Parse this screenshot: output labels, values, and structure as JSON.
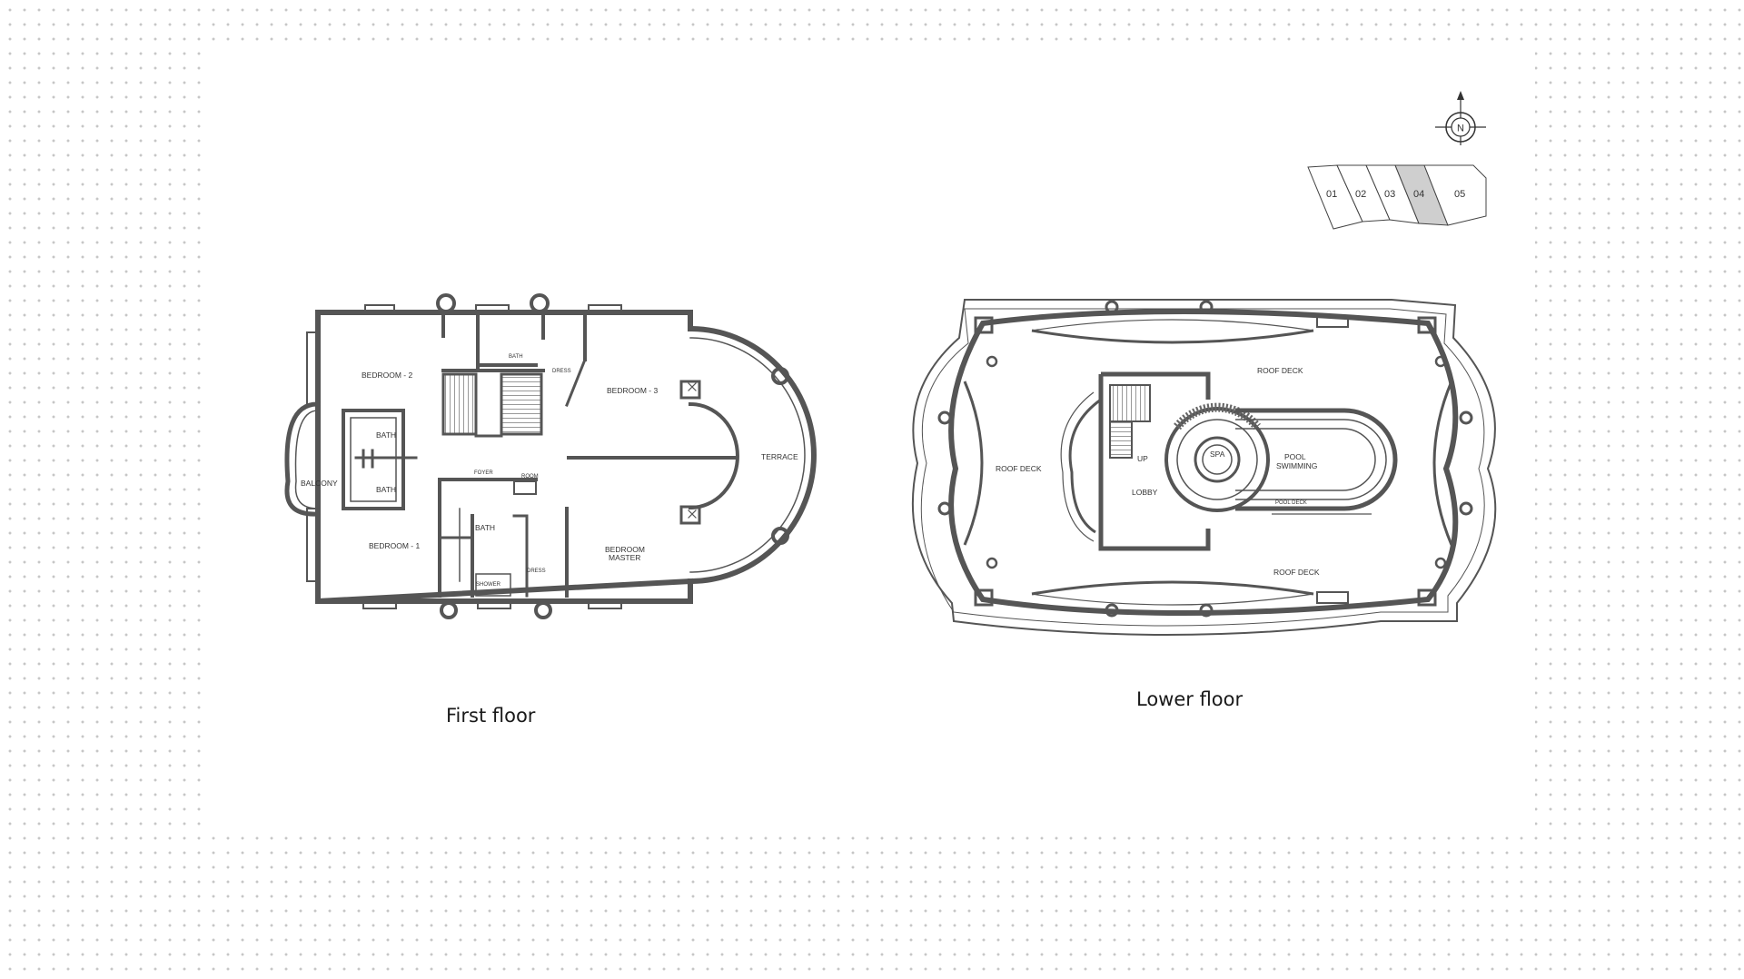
{
  "captions": {
    "first_floor": "First floor",
    "lower_floor": "Lower floor"
  },
  "compass": {
    "north": "N"
  },
  "key_plan": {
    "units": [
      "01",
      "02",
      "03",
      "04",
      "05"
    ],
    "highlighted": "04",
    "highlight_color": "#cfcfcf"
  },
  "first_floor_rooms": {
    "bedroom_2": "BEDROOM - 2",
    "bath_top": "BATH",
    "dress_top": "DRESS",
    "bedroom_3": "BEDROOM - 3",
    "bath_left_1": "BATH",
    "bath_left_2": "BATH",
    "balcony": "BALCONY",
    "foyer": "FOYER",
    "room": "ROOM",
    "terrace": "TERRACE",
    "bedroom_1": "BEDROOM - 1",
    "bath_bottom": "BATH",
    "dress_bottom": "DRESS",
    "shower": "SHOWER",
    "bedroom_master_1": "BEDROOM",
    "bedroom_master_2": "MASTER"
  },
  "lower_floor_rooms": {
    "roof_deck_top": "ROOF DECK",
    "roof_deck_left": "ROOF DECK",
    "roof_deck_bottom": "ROOF DECK",
    "up": "UP",
    "spa": "SPA",
    "pool_1": "POOL",
    "pool_2": "SWIMMING",
    "pool_deck": "POOL DECK",
    "lobby": "LOBBY"
  },
  "colors": {
    "wall": "#555555",
    "line": "#666666"
  }
}
